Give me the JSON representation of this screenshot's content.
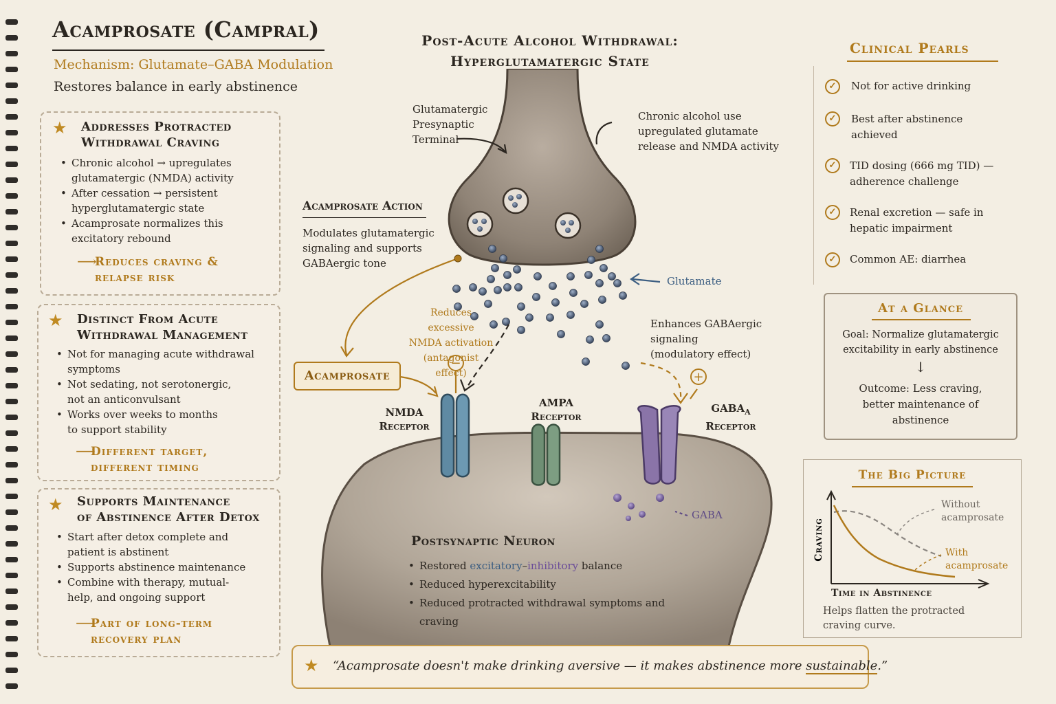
{
  "title": "Acamprosate (Campral)",
  "mechanism": "Mechanism: Glutamate–GABA Modulation",
  "tagline": "Restores balance in early abstinence",
  "cards": [
    {
      "title_line1": "Addresses Protracted",
      "title_line2": "Withdrawal Craving",
      "bullets": [
        {
          "l1": "Chronic alcohol → upregulates",
          "l2": "glutamatergic (NMDA) activity"
        },
        {
          "l1": "After cessation → persistent",
          "l2": "hyperglutamatergic state"
        },
        {
          "l1": "Acamprosate normalizes this",
          "l2": "excitatory rebound"
        }
      ],
      "conclusion_line1": "Reduces craving &",
      "conclusion_line2": "relapse risk"
    },
    {
      "title_line1": "Distinct From Acute",
      "title_line2": "Withdrawal Management",
      "bullets": [
        {
          "l1": "Not for managing acute withdrawal",
          "l2": "symptoms"
        },
        {
          "l1": "Not sedating, not serotonergic,",
          "l2": "not an anticonvulsant"
        },
        {
          "l1": "Works over weeks to months",
          "l2": "to support stability"
        }
      ],
      "conclusion_line1": "Different target,",
      "conclusion_line2": "different timing"
    },
    {
      "title_line1": "Supports Maintenance",
      "title_line2": "of Abstinence After Detox",
      "bullets": [
        {
          "l1": "Start after detox complete and",
          "l2": "patient is abstinent"
        },
        {
          "l1": "Supports abstinence maintenance",
          "l2": ""
        },
        {
          "l1": "Combine with therapy, mutual-",
          "l2": "help, and ongoing support"
        }
      ],
      "conclusion_line1": "Part of long-term",
      "conclusion_line2": "recovery plan"
    }
  ],
  "diagram": {
    "title_line1": "Post-Acute Alcohol Withdrawal:",
    "title_line2": "Hyperglutamatergic State",
    "presynaptic": {
      "l1": "Glutamatergic",
      "l2": "Presynaptic",
      "l3": "Terminal"
    },
    "chronic": {
      "l1": "Chronic alcohol use",
      "l2": "upregulated glutamate",
      "l3": "release and NMDA activity"
    },
    "action_title": "Acamprosate Action",
    "action": {
      "l1": "Modulates glutamatergic",
      "l2": "signaling and supports",
      "l3": "GABAergic tone"
    },
    "glutamate": "Glutamate",
    "reduces": {
      "l1": "Reduces excessive",
      "l2": "NMDA activation",
      "l3": "(antagonist effect)"
    },
    "enhances": {
      "l1": "Enhances GABAergic",
      "l2": "signaling",
      "l3": "(modulatory effect)"
    },
    "acamprosate_box": "Acamprosate",
    "minus": "−",
    "plus": "+",
    "nmda": {
      "l1": "NMDA",
      "l2": "Receptor"
    },
    "ampa": {
      "l1": "AMPA",
      "l2": "Receptor"
    },
    "gaba_receptor": {
      "l1": "GABA",
      "sub": "A",
      "l2": "Receptor"
    },
    "gaba": "GABA",
    "post_title": "Postsynaptic Neuron",
    "post_bullets": {
      "b1_pre": "Restored ",
      "b1_exc": "excitatory",
      "b1_dash": "–",
      "b1_inh": "inhibitory",
      "b1_post": " balance",
      "b2": "Reduced hyperexcitability",
      "b3": "Reduced protracted withdrawal symptoms and craving"
    }
  },
  "pearls": {
    "title": "Clinical Pearls",
    "items": [
      {
        "l1": "Not for active drinking",
        "l2": ""
      },
      {
        "l1": "Best after abstinence",
        "l2": "achieved"
      },
      {
        "l1": "TID dosing (666 mg TID) —",
        "l2": "adherence challenge"
      },
      {
        "l1": "Renal excretion — safe in",
        "l2": "hepatic impairment"
      },
      {
        "l1": "Common AE: diarrhea",
        "l2": ""
      }
    ]
  },
  "glance": {
    "title": "At a Glance",
    "goal_l1": "Goal: Normalize glutamatergic",
    "goal_l2": "excitability in early abstinence",
    "arrow": "↓",
    "outcome_l1": "Outcome: Less craving,",
    "outcome_l2": "better maintenance of",
    "outcome_l3": "abstinence"
  },
  "big_picture": {
    "title": "The Big Picture",
    "ylabel": "Craving",
    "xlabel": "Time in Abstinence",
    "without_l1": "Without",
    "without_l2": "acamprosate",
    "with_l1": "With",
    "with_l2": "acamprosate",
    "caption_l1": "Helps flatten the protracted",
    "caption_l2": "craving curve."
  },
  "quote": {
    "pre": "“Acamprosate doesn't make drinking aversive — it makes abstinence more ",
    "emph": "sustainable",
    "post": ".”"
  },
  "colors": {
    "ochre": "#b07a1c",
    "nmda": "#5f8aa3",
    "ampa": "#6f8f74",
    "gaba": "#8a74a8",
    "vesicle": "#4f5f78"
  }
}
